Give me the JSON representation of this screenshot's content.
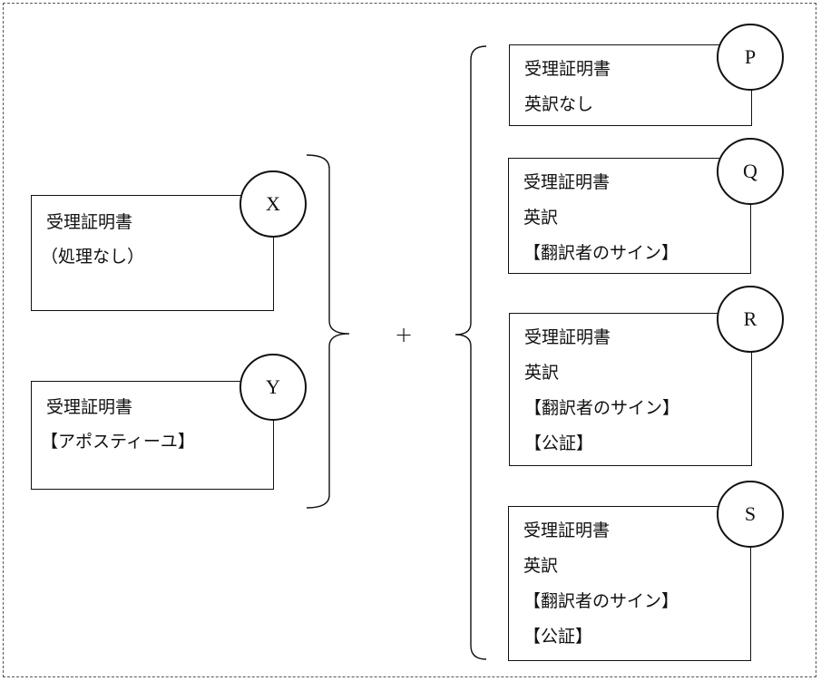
{
  "diagram": {
    "operator": "+",
    "left_group": [
      {
        "id": "X",
        "lines": [
          "受理証明書",
          "（処理なし）"
        ]
      },
      {
        "id": "Y",
        "lines": [
          "受理証明書",
          "【アポスティーユ】"
        ]
      }
    ],
    "right_group": [
      {
        "id": "P",
        "lines": [
          "受理証明書",
          "英訳なし"
        ]
      },
      {
        "id": "Q",
        "lines": [
          "受理証明書",
          "英訳",
          "【翻訳者のサイン】"
        ]
      },
      {
        "id": "R",
        "lines": [
          "受理証明書",
          "英訳",
          "【翻訳者のサイン】",
          "【公証】"
        ]
      },
      {
        "id": "S",
        "lines": [
          "受理証明書",
          "英訳",
          "【翻訳者のサイン】",
          "【公証】"
        ]
      }
    ]
  }
}
